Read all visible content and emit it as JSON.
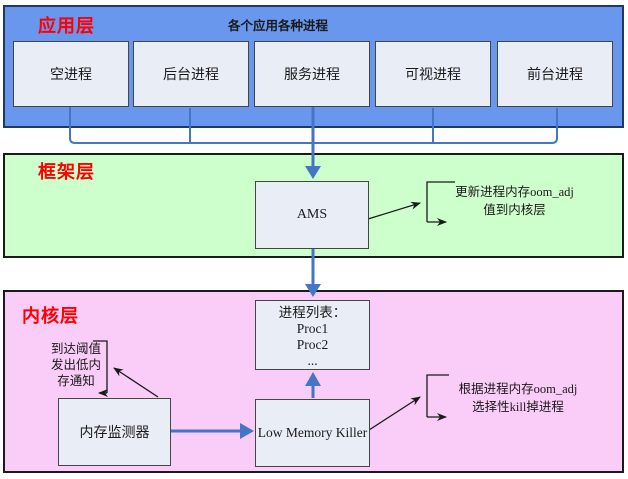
{
  "app_layer": {
    "label": "应用层",
    "title": "各个应用各种进程",
    "processes": [
      "空进程",
      "后台进程",
      "服务进程",
      "可视进程",
      "前台进程"
    ]
  },
  "framework_layer": {
    "label": "框架层",
    "ams_label": "AMS",
    "callout": {
      "line1": "更新进程内存oom_adj",
      "line2": "值到内核层"
    }
  },
  "kernel_layer": {
    "label": "内核层",
    "process_list": {
      "title": "进程列表：",
      "rows": [
        "Proc1",
        "Proc2",
        "..."
      ]
    },
    "memory_monitor_label": "内存监测器",
    "low_memory_killer_label": "Low Memory Killer",
    "left_callout": {
      "line1": "到达阈值",
      "line2": "发出低内",
      "line3": "存通知"
    },
    "right_callout": {
      "line1": "根据进程内存oom_adj",
      "line2": "选择性kill掉进程"
    }
  },
  "colors": {
    "app_bg": "#6997EE",
    "app_border": "#1F3864",
    "framework_bg": "#CCFFCC",
    "kernel_bg": "#FACCF8",
    "layer_border": "#1A1A1A",
    "box_bg": "#E9EDF6",
    "box_border": "#454545",
    "connector_blue": "#4575C6",
    "annotation_black": "#1A1A1A",
    "label_red": "#FF0000"
  }
}
